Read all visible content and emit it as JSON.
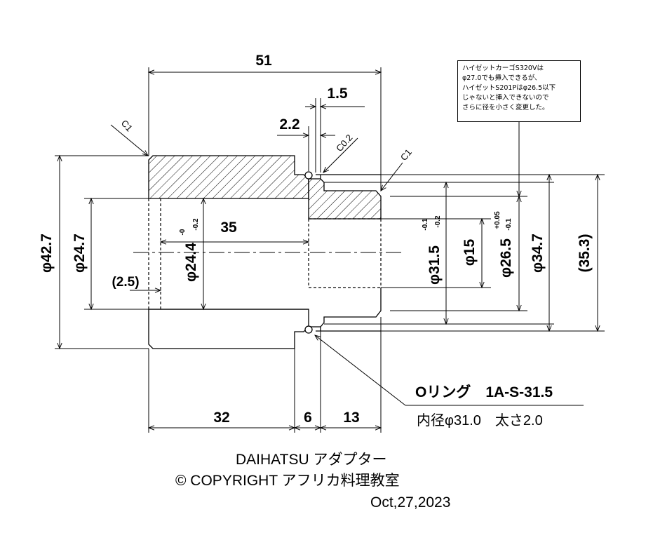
{
  "dimensions": {
    "overall_length": "51",
    "groove_width": "1.5",
    "groove_offset": "2.2",
    "chamfer_groove": "C0.2",
    "chamfer_left": "C1",
    "chamfer_right": "C1",
    "bore_depth": "35",
    "outer_diameter": "φ42.7",
    "bore_diameter": "φ24.7",
    "recess_depth": "(2.5)",
    "recess_diameter": "φ24.4",
    "recess_tol_upper": "-0",
    "recess_tol_lower": "-0.2",
    "groove_diameter": "φ31.5",
    "groove_tol_upper": "-0.1",
    "groove_tol_lower": "-0.2",
    "through_hole": "φ15",
    "spigot_diameter": "φ26.5",
    "spigot_tol_upper": "+0.05",
    "spigot_tol_lower": "-0.1",
    "spigot_outer": "φ34.7",
    "oring_od_ref": "(35.3)",
    "len_flange": "32",
    "len_mid": "6",
    "len_spigot": "13"
  },
  "note": {
    "lines": [
      "ハイゼットカーゴS320Vは",
      "φ27.0でも挿入できるが、",
      "ハイゼットS201Pはφ26.5以下",
      "じゃないと挿入できないので",
      "さらに径を小さく変更した。"
    ]
  },
  "oring": {
    "title": "Oリング　1A-S-31.5",
    "spec": "内径φ31.0　太さ2.0"
  },
  "footer": {
    "title": "DAIHATSU アダプター",
    "copyright": "© COPYRIGHT アフリカ料理教室",
    "date": "Oct,27,2023"
  }
}
